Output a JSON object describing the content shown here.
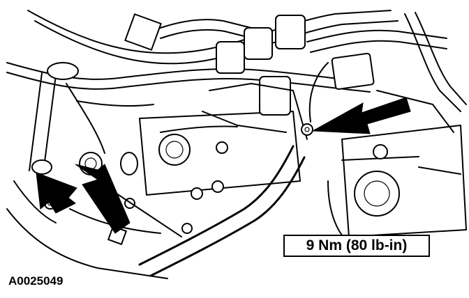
{
  "callout": {
    "torque_spec": "9 Nm (80 lb-in)"
  },
  "figure": {
    "id": "A0025049"
  },
  "pointers": [
    {
      "icon": "arrow-icon",
      "target": "left bracket bolt"
    },
    {
      "icon": "arrow-icon",
      "target": "lower bracket bolt"
    },
    {
      "icon": "arrow-icon",
      "target": "right bracket nut"
    }
  ],
  "colors": {
    "ink": "#000000",
    "paper": "#ffffff"
  }
}
